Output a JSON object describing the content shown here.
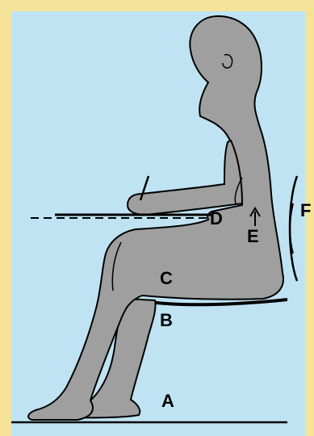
{
  "figure": {
    "labels": {
      "A": "A",
      "B": "B",
      "C": "C",
      "D": "D",
      "E": "E",
      "F": "F"
    },
    "colors": {
      "frame": "#f5e39a",
      "panel": "#bfe3f3",
      "body_fill": "#9f9fa0",
      "outline": "#000000"
    }
  }
}
